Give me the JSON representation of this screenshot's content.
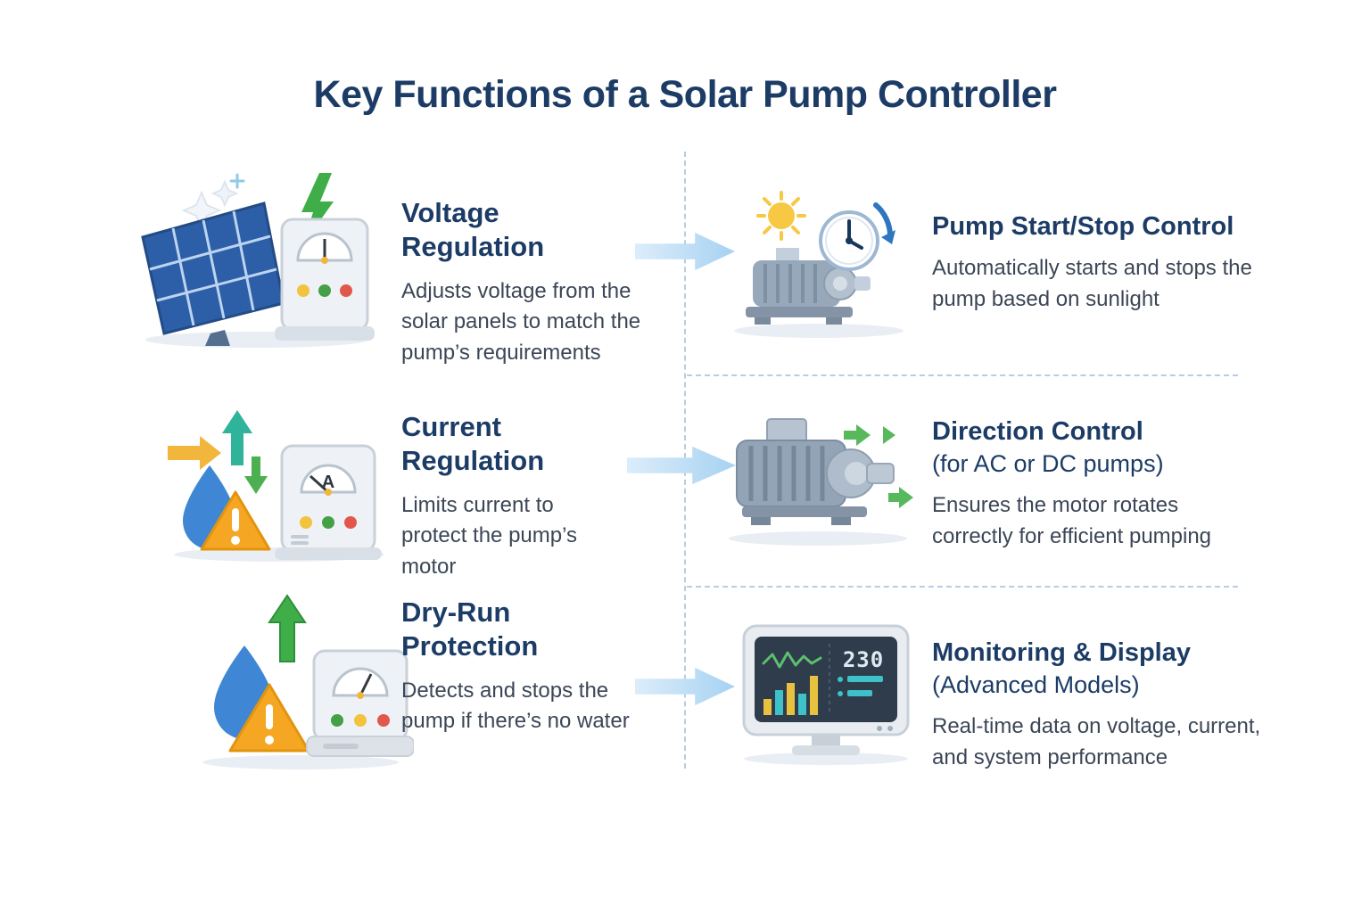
{
  "title": "Key Functions of a Solar Pump Controller",
  "sections": {
    "left": [
      {
        "icon": "solar-panel-controller-icon",
        "title_line1": "Voltage",
        "title_line2": "Regulation",
        "desc": "Adjusts voltage from the solar panels to match the pump’s requirements"
      },
      {
        "icon": "ammeter-warning-icon",
        "title_line1": "Current",
        "title_line2": "Regulation",
        "desc": "Limits current to protect the pump’s motor"
      },
      {
        "icon": "dry-run-warning-icon",
        "title_line1": "Dry-Run",
        "title_line2": "Protection",
        "desc": "Detects and stops the pump if there’s no water"
      }
    ],
    "right": [
      {
        "icon": "pump-sun-clock-icon",
        "title": "Pump Start/Stop Control",
        "subtitle": "",
        "desc": "Automatically starts and stops the pump based on sunlight"
      },
      {
        "icon": "pump-direction-arrows-icon",
        "title": "Direction Control",
        "subtitle": "(for AC or DC pumps)",
        "desc": "Ensures the motor rotates correctly for efficient pumping"
      },
      {
        "icon": "monitor-display-icon",
        "title": "Monitoring & Display",
        "subtitle": "(Advanced Models)",
        "desc": "Real-time data on voltage, current, and system performance"
      }
    ]
  },
  "icon_labels": {
    "ammeter_letter": "A",
    "monitor_reading": "230"
  },
  "colors": {
    "heading": "#1c3c66",
    "body_text": "#3b4656",
    "arrow": "#a6d2f2",
    "divider": "#b8cde0",
    "warning_orange": "#f5a623",
    "accent_green": "#3fae49",
    "water_blue": "#3f87d4",
    "sun_yellow": "#f6c844",
    "panel_blue": "#2d5fa8",
    "screen_teal": "#3fc1c9"
  }
}
